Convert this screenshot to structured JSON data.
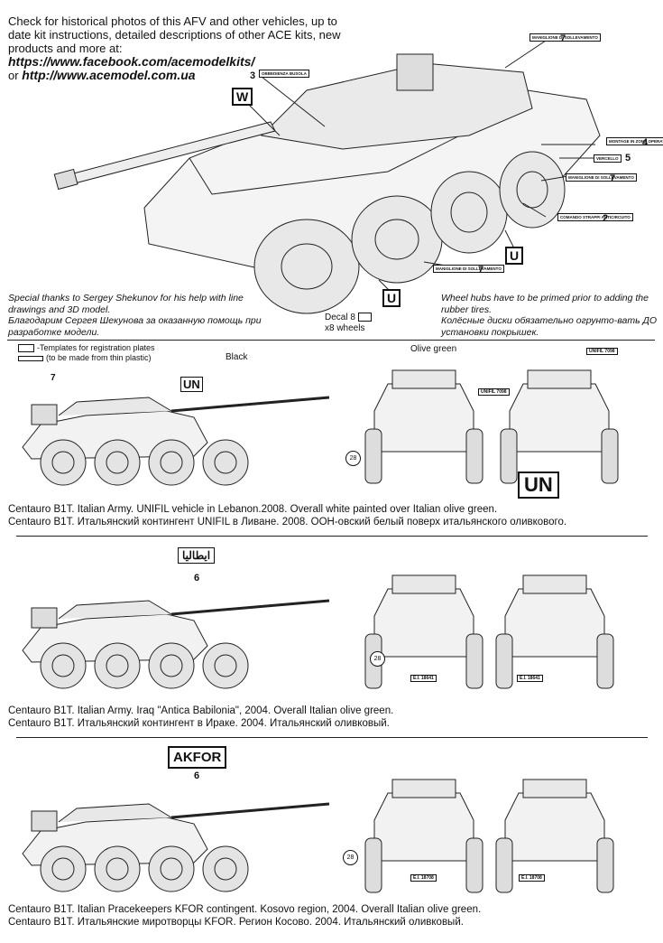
{
  "intro": {
    "text": "Check for historical photos of this AFV and  other vehicles, up to date kit instructions, detailed descriptions of other ACE kits, new products and more at:",
    "link1": "https://www.facebook.com/acemodelkits/",
    "or": "or",
    "link2": "http://www.acemodel.com.ua"
  },
  "thanks": {
    "en": "Special thanks to Sergey Shekunov for his help with line drawings and 3D model.",
    "ru": "Благодарим Сергея Шекунова за оказанную помощь при разработке модели."
  },
  "hubs": {
    "en": "Wheel hubs have to be primed prior to adding the rubber tires.",
    "ru": "Колёсные диски обязательно огрунто-вать ДО установки покрышек."
  },
  "decal_note": {
    "line1": "Decal 8",
    "line2": "x8 wheels"
  },
  "top_callouts": {
    "w": "W",
    "u": "U",
    "n3": "3",
    "n4": "4",
    "n5": "5",
    "n7": "7",
    "n2": "2",
    "tag_3": "OBBEDIENZA BUSOLA",
    "tag_7": "MANIGLIONE DI SOLLEVAMENTO",
    "tag_4": "MONTAGE IN ZONA OPERATIVA",
    "tag_5": "VERCELLO",
    "tag_2": "COMANDO STRAPPI ANTICIRCUITO"
  },
  "templates_note": {
    "line1": "-Templates for registration plates",
    "line2": "(to be made from thin plastic)"
  },
  "colors": {
    "olive": "#6b6b3a",
    "line": "#222222",
    "fill_grey": "#8a8a8a"
  },
  "sections": [
    {
      "caption_en": "Centauro B1T. Italian Army. UNIFIL vehicle in Lebanon.2008. Overall white painted over Italian olive green.",
      "caption_ru": "Centauro B1T. Итальянский контингент UNIFIL в Ливане. 2008. ООН-овский белый поверх итальянского оливкового.",
      "black_label": "Black",
      "olive_label": "Olive green",
      "un_mark": "UN",
      "unifil_plate": "UNIFIL 7098",
      "unifil_side": "UNIFIL 7098",
      "circle": "28",
      "seven": "7"
    },
    {
      "caption_en": "Centauro B1T. Italian Army.  Iraq \"Antica Babilonia\", 2004. Overall Italian olive green.",
      "caption_ru": "Centauro B1T. Итальянский контингент в Ираке. 2004. Итальянский оливковый.",
      "arabic": "ايطاليا",
      "six": "6",
      "plate_front": "E.I. 18641",
      "plate_rear": "E.I. 18641",
      "circle": "28"
    },
    {
      "caption_en": "Centauro B1T. Italian Pracekeepers KFOR contingent. Kosovo region, 2004. Overall Italian olive green.",
      "caption_ru": "Centauro B1T. Итальянские миротворцы KFOR. Регион Косово. 2004. Итальянский оливковый.",
      "akfor": "AKFOR",
      "six": "6",
      "plate_front": "E.I. 18708",
      "plate_rear": "E.I. 18708",
      "circle": "28"
    }
  ]
}
